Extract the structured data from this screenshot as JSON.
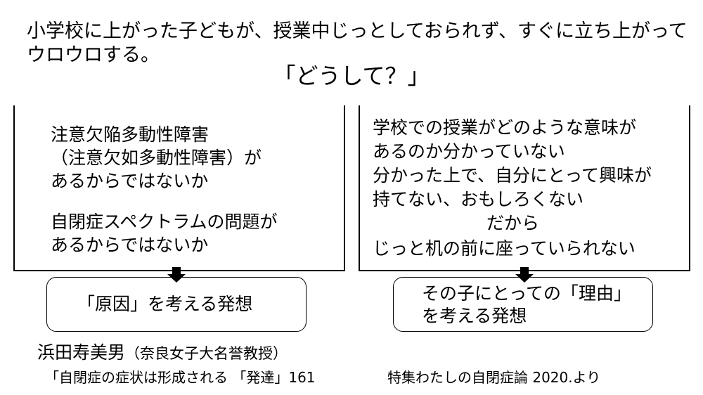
{
  "intro": {
    "line1": "小学校に上がった子どもが、授業中じっとしておられず、すぐに立ち上がって",
    "line2": "ウロウロする。"
  },
  "question": "「どうして？」",
  "left_box": {
    "item1": [
      "注意欠陥多動性障害",
      "（注意欠如多動性障害）が",
      "あるからではないか"
    ],
    "item2": [
      "自閉症スペクトラムの問題が",
      "あるからではないか"
    ]
  },
  "right_box": {
    "lines": [
      "学校での授業がどのような意味が",
      "あるのか分かっていない",
      "分かった上で、自分にとって興味が",
      "持てない、おもしろくない"
    ],
    "connector": "だから",
    "conclusion": "じっと机の前に座っていられない"
  },
  "left_result": "「原因」を考える発想",
  "right_result": [
    "その子にとっての「理由」",
    "を考える発想"
  ],
  "author": {
    "name": "浜田寿美男",
    "title": "（奈良女子大名誉教授）"
  },
  "citation": "「自閉症の症状は形成される 「発達」161",
  "source": "特集わたしの自閉症論  2020.より"
}
